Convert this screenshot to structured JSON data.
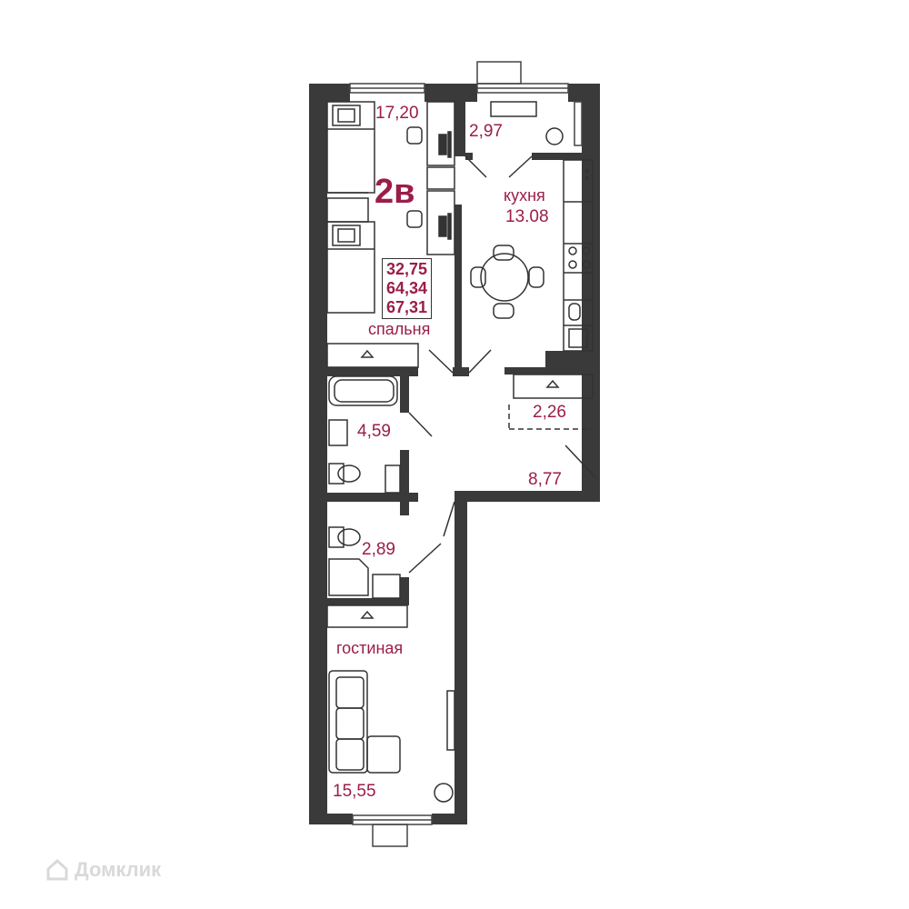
{
  "apartment": {
    "type_label": "2в",
    "area_living": "32,75",
    "area_total": "64,34",
    "area_total_with_balcony": "67,31"
  },
  "rooms": {
    "bedroom": {
      "name": "спальня",
      "area": "17,20"
    },
    "balcony": {
      "area": "2,97"
    },
    "kitchen": {
      "name": "кухня",
      "area": "13.08"
    },
    "bathroom": {
      "area": "4,59"
    },
    "storage": {
      "area": "2,26"
    },
    "hallway": {
      "area": "8,77"
    },
    "toilet": {
      "area": "2,89"
    },
    "living_room": {
      "name": "гостиная",
      "area": "15,55"
    }
  },
  "watermark": {
    "text": "Домклик",
    "color": "#d9d9d9"
  },
  "colors": {
    "accent": "#9b1d4a",
    "wall": "#3a3a3a",
    "furniture": "#333333"
  }
}
